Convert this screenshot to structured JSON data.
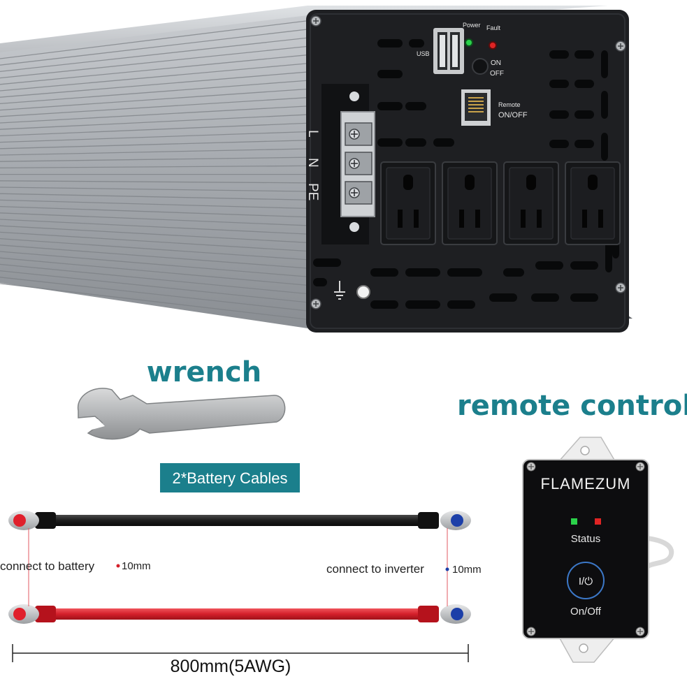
{
  "inverter": {
    "usb_label": "USB",
    "power_label": "Power",
    "fault_label": "Fault",
    "on_label": "ON",
    "off_label": "OFF",
    "remote_label": "Remote",
    "remote_onoff_label": "ON/OFF",
    "terminal_l": "L",
    "terminal_n": "N",
    "terminal_pe": "PE"
  },
  "wrench": {
    "title": "wrench"
  },
  "remote": {
    "title": "remote control",
    "brand": "FLAMEZUM",
    "status_label": "Status",
    "button_glyph": "I/⏻",
    "onoff_label": "On/Off"
  },
  "cables": {
    "badge": "2*Battery Cables",
    "battery_text": "connect to battery",
    "battery_size": "10mm",
    "inverter_text": "connect to inverter",
    "inverter_size": "10mm",
    "length_text": "800mm(5AWG)"
  },
  "colors": {
    "teal": "#1b7f8c",
    "inverter_body": "#a2a6ab",
    "panel": "#1e1f22",
    "cable_black": "#1c1c1c",
    "cable_red": "#d41f2a",
    "terminal_red": "#e0202c",
    "terminal_blue": "#1c3fa8",
    "led_green": "#2bd24a",
    "led_red": "#e02424"
  }
}
